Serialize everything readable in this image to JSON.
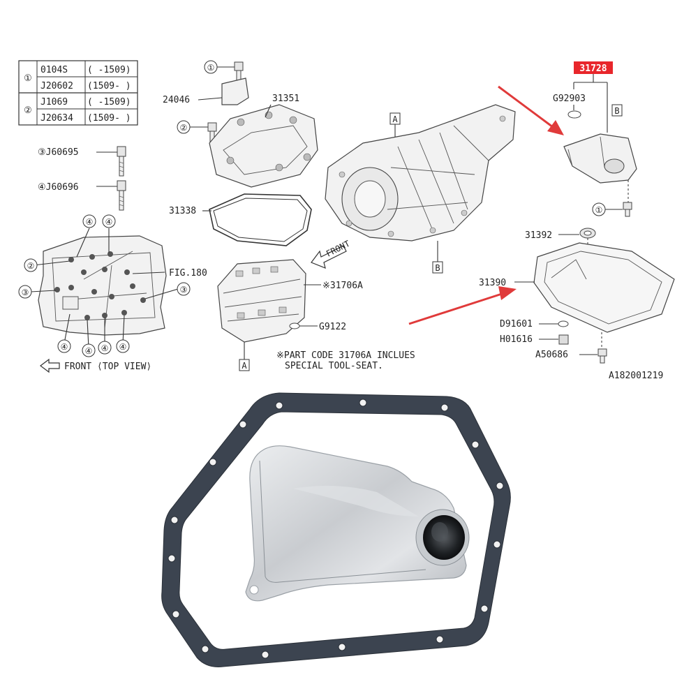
{
  "legend_table": {
    "rows": [
      {
        "key": "①",
        "entries": [
          {
            "part": "0104S",
            "range": "( -1509)"
          },
          {
            "part": "J20602",
            "range": "(1509- )"
          }
        ]
      },
      {
        "key": "②",
        "entries": [
          {
            "part": "J1069",
            "range": "( -1509)"
          },
          {
            "part": "J20634",
            "range": "(1509- )"
          }
        ]
      }
    ]
  },
  "bolts": {
    "j60695": "③J60695",
    "j60696": "④J60696"
  },
  "callouts": {
    "one": "①",
    "two": "②",
    "three": "③",
    "four": "④"
  },
  "labels": {
    "p24046": "24046",
    "p31351": "31351",
    "p31338": "31338",
    "p31706a": "※31706A",
    "pg9122": "G9122",
    "fig180": "FIG.180",
    "front_top_view": "FRONT ⟨TOP VIEW⟩",
    "front": "FRONT",
    "box_a": "A",
    "box_b": "B",
    "note_line1": "※PART CODE 31706A INCLUES",
    "note_line2": "SPECIAL TOOL-SEAT.",
    "p31728": "31728",
    "pg92903": "G92903",
    "p31392": "31392",
    "p31390": "31390",
    "pd91601": "D91601",
    "ph01616": "H01616",
    "pa50686": "A50686",
    "ref_code": "A182001219"
  },
  "colors": {
    "highlight": "#e8262b",
    "arrow": "#e03a3a",
    "gasket": "#3c4450",
    "filter_metal": "#cfd2d6"
  },
  "icons": {
    "arrow_front": "hollow-left-arrow-icon",
    "red_arrow": "red-pointer-arrow-icon"
  }
}
